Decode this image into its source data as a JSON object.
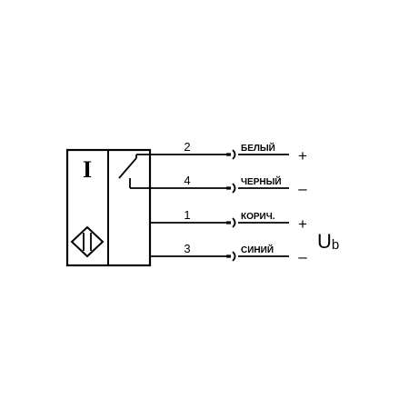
{
  "sensor": {
    "type_letter": "I"
  },
  "wires": [
    {
      "pin": "2",
      "color_label": "БЕЛЫЙ",
      "polarity": "+"
    },
    {
      "pin": "4",
      "color_label": "ЧЕРНЫЙ",
      "polarity": "–"
    },
    {
      "pin": "1",
      "color_label": "КОРИЧ.",
      "polarity": "+"
    },
    {
      "pin": "3",
      "color_label": "СИНИЙ",
      "polarity": "–"
    }
  ],
  "supply": {
    "symbol": "U",
    "subscript": "b"
  }
}
